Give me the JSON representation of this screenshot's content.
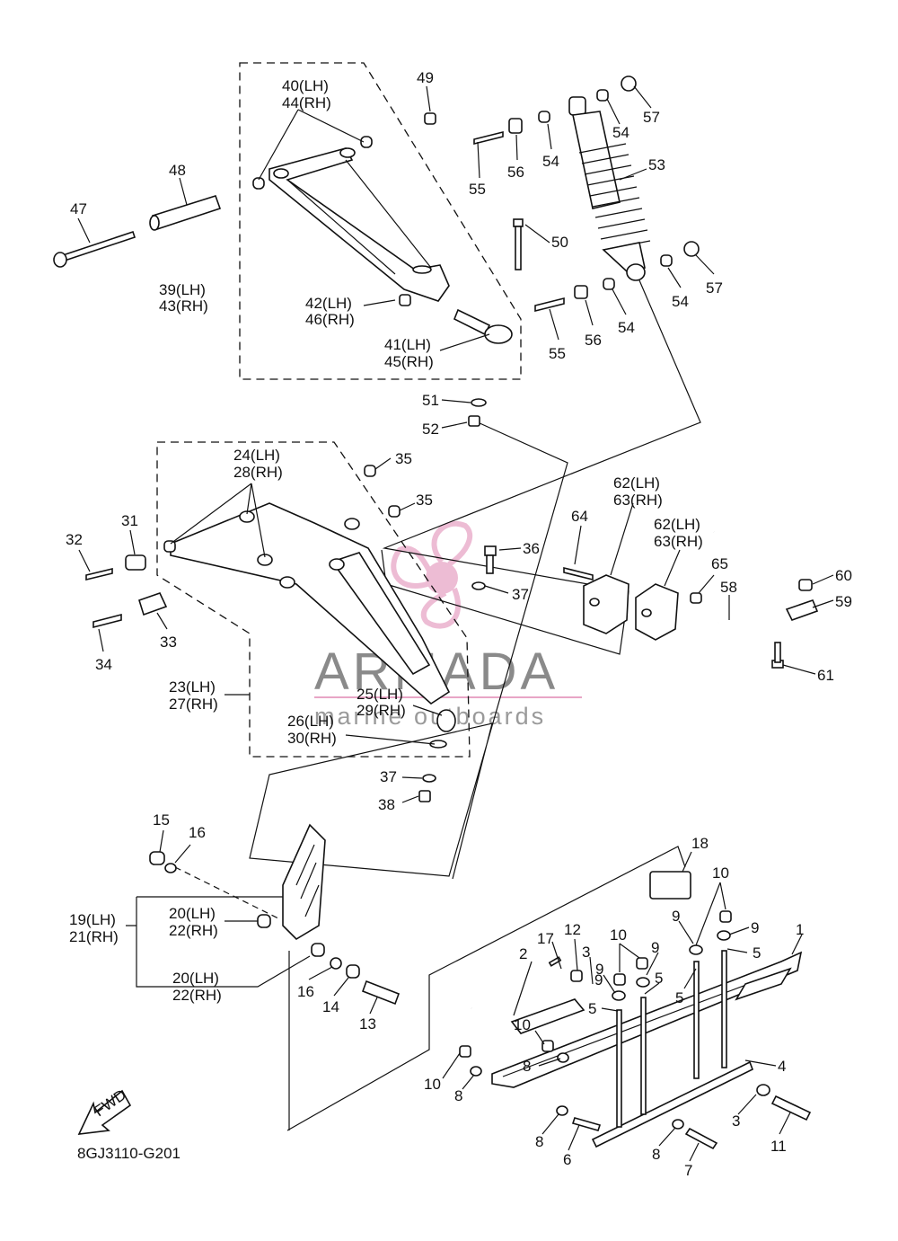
{
  "diagram_code": "8GJ3110-G201",
  "fwd_label": "FWD",
  "watermark": {
    "brand": "ARMADA",
    "tagline": "marine outboards",
    "logo_color": "#e8a6c6",
    "text_color": "#8a8a8a"
  },
  "callouts": [
    "40(LH)",
    "44(RH)",
    "49",
    "48",
    "47",
    "39(LH)",
    "43(RH)",
    "42(LH)",
    "46(RH)",
    "41(LH)",
    "45(RH)",
    "50",
    "51",
    "52",
    "55",
    "56",
    "54",
    "57",
    "53",
    "54",
    "57",
    "55",
    "56",
    "54",
    "54",
    "24(LH)",
    "28(RH)",
    "35",
    "35",
    "31",
    "32",
    "34",
    "33",
    "36",
    "37",
    "23(LH)",
    "27(RH)",
    "25(LH)",
    "29(RH)",
    "26(LH)",
    "30(RH)",
    "37",
    "38",
    "64",
    "62(LH)",
    "63(RH)",
    "62(LH)",
    "63(RH)",
    "65",
    "58",
    "60",
    "59",
    "61",
    "15",
    "16",
    "19(LH)",
    "21(RH)",
    "20(LH)",
    "22(RH)",
    "20(LH)",
    "22(RH)",
    "16",
    "14",
    "13",
    "18",
    "10",
    "9",
    "9",
    "12",
    "17",
    "3",
    "10",
    "9",
    "5",
    "9",
    "5",
    "5",
    "1",
    "2",
    "9",
    "5",
    "10",
    "8",
    "4",
    "10",
    "8",
    "3",
    "11",
    "8",
    "6",
    "8",
    "7"
  ]
}
